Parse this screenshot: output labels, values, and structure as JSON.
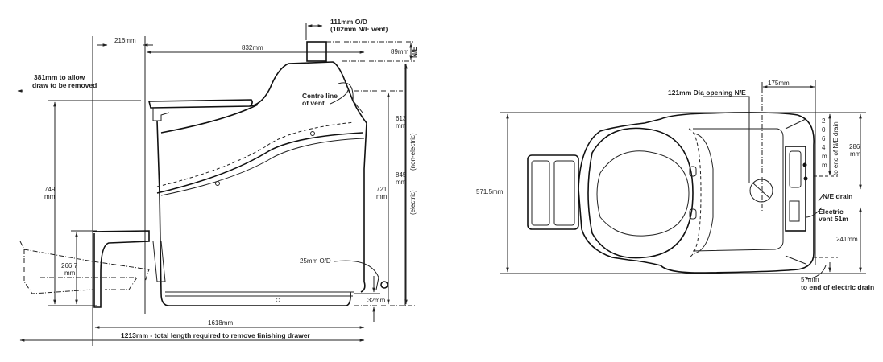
{
  "side_view": {
    "vent_od": "111mm O/D",
    "vent_ne": "(102mm N/E vent)",
    "dim_216": "216mm",
    "dim_832": "832mm",
    "dim_89": "89mm",
    "ne_label": "N/E",
    "drawer_note_1": "381mm to allow",
    "drawer_note_2": "draw to be removed",
    "centre_line_1": "Centre line",
    "centre_line_2": "of vent",
    "dim_613": "613",
    "dim_613_unit": "mm",
    "non_electric": "(non-electric)",
    "dim_845": "845",
    "dim_845_unit": "mm",
    "electric": "(electric)",
    "dim_749": "749",
    "dim_749_unit": "mm",
    "dim_721": "721",
    "dim_721_unit": "mm",
    "dim_266": "266.7",
    "dim_266_unit": "mm",
    "drain_od": "25mm O/D",
    "dim_32": "32mm",
    "dim_1618": "1618mm",
    "total_length": "1213mm - total length required to remove finishing drawer"
  },
  "top_view": {
    "dim_175": "175mm",
    "opening": "121mm Dia opening N/E",
    "dim_571": "571.5mm",
    "dim_206_chars": [
      "2",
      "0",
      "6",
      "4",
      "m",
      "m"
    ],
    "ne_drain_end": "to end of N/E drain",
    "dim_286": "286",
    "dim_286_unit": "mm",
    "ne_drain": "N/E drain",
    "electric_vent_1": "Electric",
    "electric_vent_2": "vent 51m",
    "dim_241": "241mm",
    "dim_57": "57mm",
    "electric_drain_end": "to end of electric drain"
  }
}
